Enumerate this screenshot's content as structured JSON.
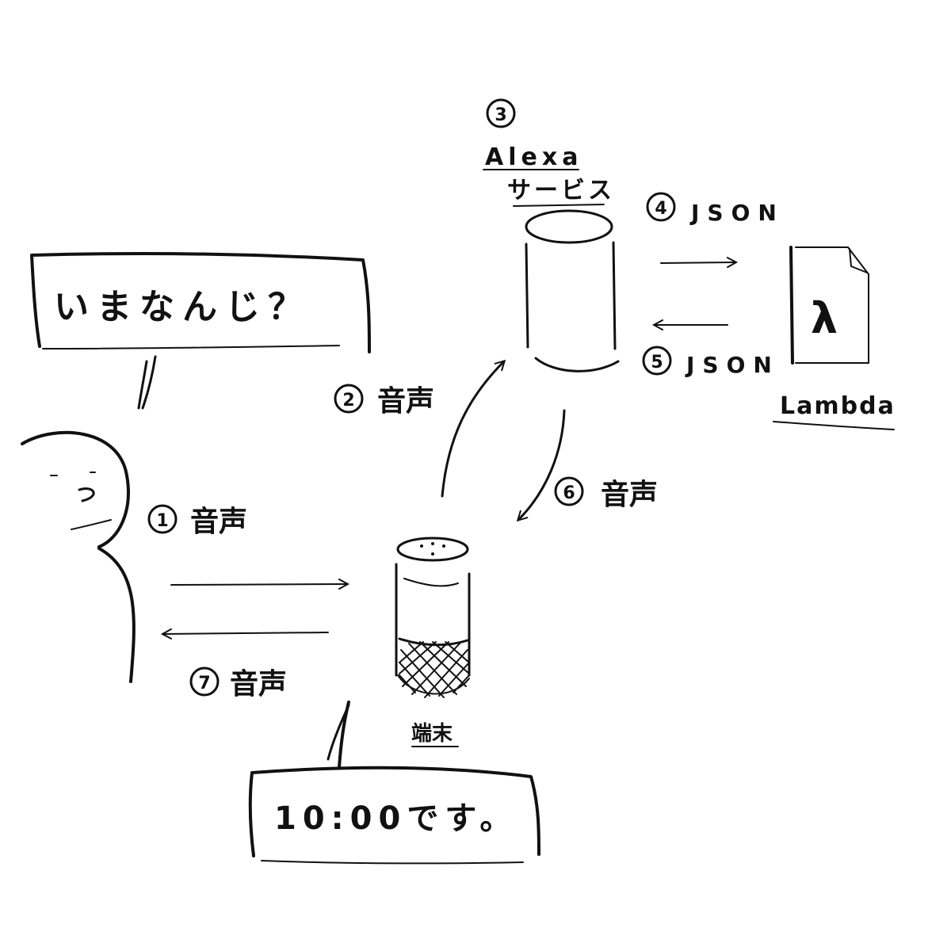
{
  "user": {
    "speech": "いまなんじ？"
  },
  "device": {
    "label": "端末",
    "response": "10:00です。"
  },
  "alexa": {
    "step": "3",
    "name_line1": "Alexa",
    "name_line2": "サービス"
  },
  "lambda": {
    "symbol": "λ",
    "label": "Lambda"
  },
  "steps": {
    "s1": {
      "num": "1",
      "label": "音声"
    },
    "s2": {
      "num": "2",
      "label": "音声"
    },
    "s4": {
      "num": "4",
      "label": "JSON"
    },
    "s5": {
      "num": "5",
      "label": "JSON"
    },
    "s6": {
      "num": "6",
      "label": "音声"
    },
    "s7": {
      "num": "7",
      "label": "音声"
    }
  }
}
